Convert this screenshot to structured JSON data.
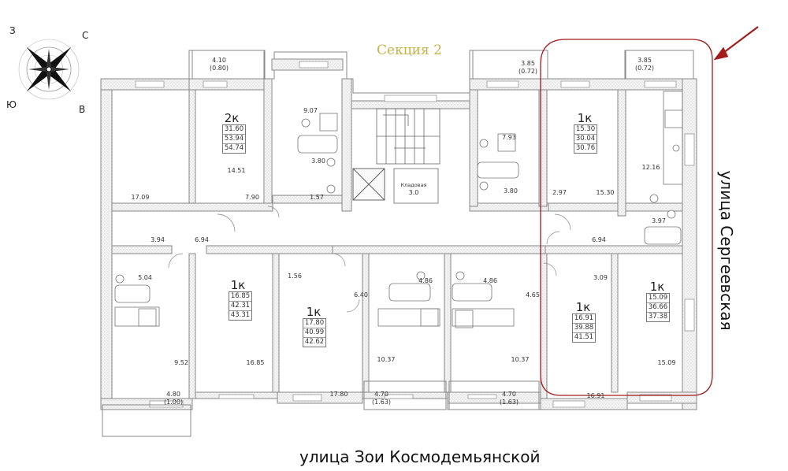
{
  "section_title": "Секция 2",
  "street_bottom": "улица Зои Космодемьянской",
  "street_right": "улица Сергеевская",
  "compass": {
    "z": "З",
    "s": "С",
    "yu": "Ю",
    "v": "В"
  },
  "highlight_color": "#a31c1c",
  "storage_label": "Кладовая",
  "storage_area": "3.0",
  "apartments": [
    {
      "id": "a1",
      "rooms": "2к",
      "areas": [
        "31.60",
        "53.94",
        "54.74"
      ]
    },
    {
      "id": "a2",
      "rooms": "1к",
      "areas": [
        "15.30",
        "30.04",
        "30.76"
      ]
    },
    {
      "id": "a3",
      "rooms": "1к",
      "areas": [
        "16.85",
        "42.31",
        "43.31"
      ]
    },
    {
      "id": "a4",
      "rooms": "1к",
      "areas": [
        "17.80",
        "40.99",
        "42.62"
      ]
    },
    {
      "id": "a5",
      "rooms": "1к",
      "areas": [
        "16.91",
        "39.88",
        "41.51"
      ]
    },
    {
      "id": "a6",
      "rooms": "1к",
      "areas": [
        "15.09",
        "36.66",
        "37.38"
      ]
    }
  ],
  "balconies": [
    {
      "id": "b1",
      "area": "4.10",
      "reduced": "(0.80)"
    },
    {
      "id": "b2",
      "area": "3.85",
      "reduced": "(0.72)"
    },
    {
      "id": "b3",
      "area": "3.85",
      "reduced": "(0.72)"
    },
    {
      "id": "b4",
      "area": "4.80",
      "reduced": "(1.00)"
    },
    {
      "id": "b5",
      "area": "4.70",
      "reduced": "(1.63)"
    },
    {
      "id": "b6",
      "area": "4.70",
      "reduced": "(1.63)"
    }
  ],
  "room_areas": [
    "17.09",
    "14.51",
    "7.90",
    "9.07",
    "3.80",
    "1.57",
    "7.93",
    "3.80",
    "2.97",
    "15.30",
    "12.16",
    "3.97",
    "3.94",
    "6.94",
    "6.94",
    "5.04",
    "9.52",
    "16.85",
    "1.56",
    "6.40",
    "4.86",
    "10.37",
    "17.80",
    "4.86",
    "4.65",
    "10.37",
    "3.09",
    "16.91",
    "15.09"
  ]
}
